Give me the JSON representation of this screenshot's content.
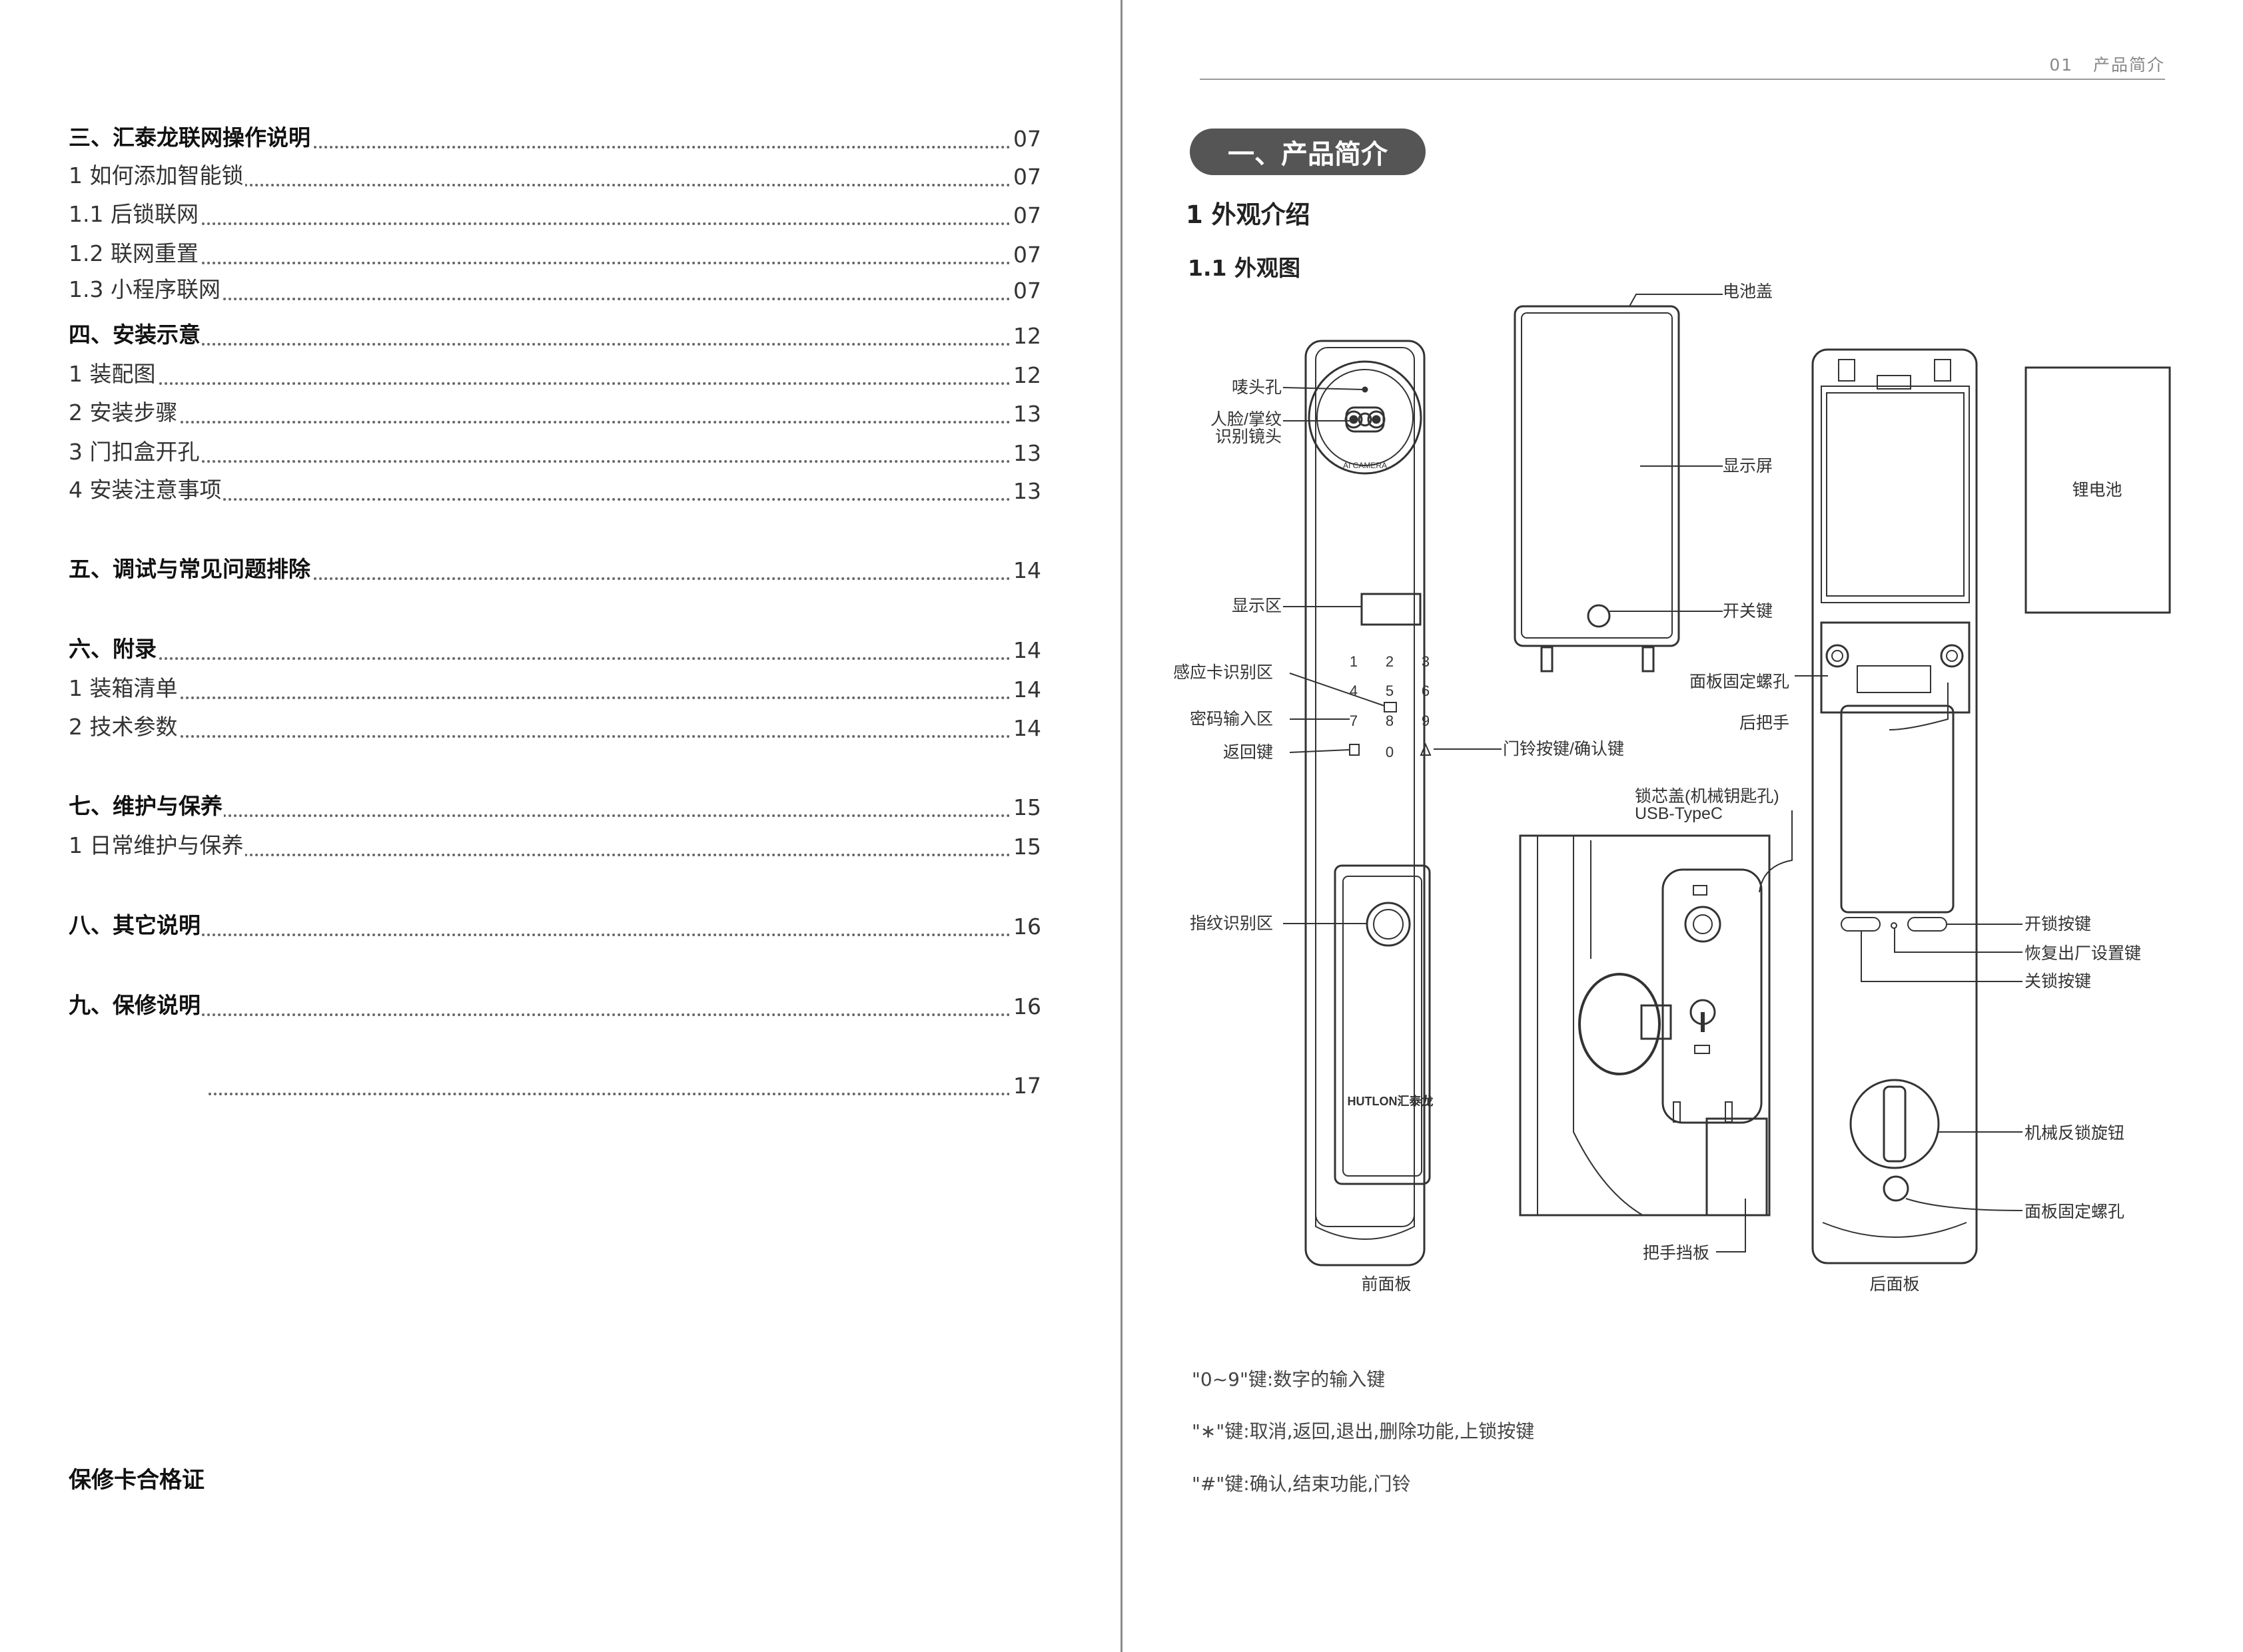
{
  "toc": {
    "entries": [
      {
        "title": "三、汇泰龙联网操作说明",
        "page": "07",
        "bold": true
      },
      {
        "title": "1 如何添加智能锁",
        "page": "07",
        "bold": false
      },
      {
        "title": "1.1  后锁联网",
        "page": "07",
        "bold": false
      },
      {
        "title": "1.2  联网重置",
        "page": "07",
        "bold": false
      },
      {
        "title": "1.3  小程序联网",
        "page": "07",
        "bold": false
      },
      {
        "title": "四、安装示意",
        "page": "12",
        "bold": true
      },
      {
        "title": "1  装配图",
        "page": "12",
        "bold": false
      },
      {
        "title": "2  安装步骤",
        "page": "13",
        "bold": false
      },
      {
        "title": "3 门扣盒开孔",
        "page": "13",
        "bold": false
      },
      {
        "title": "4  安装注意事项",
        "page": "13",
        "bold": false
      },
      {
        "title": "五、调试与常见问题排除",
        "page": "14",
        "bold": true
      },
      {
        "title": "六、附录",
        "page": "14",
        "bold": true
      },
      {
        "title": "1 装箱清单",
        "page": "14",
        "bold": false
      },
      {
        "title": "2 技术参数",
        "page": "14",
        "bold": false
      },
      {
        "title": "七、维护与保养",
        "page": "15",
        "bold": true
      },
      {
        "title": "1  日常维护与保养",
        "page": "15",
        "bold": false
      },
      {
        "title": "八、其它说明",
        "page": "16",
        "bold": true
      },
      {
        "title": "九、保修说明",
        "page": "16",
        "bold": true
      },
      {
        "title": "",
        "page": "17",
        "bold": false
      }
    ],
    "warranty_title": "保修卡合格证"
  },
  "header": {
    "page_number": "01",
    "section_name": "产品简介"
  },
  "content": {
    "section_title": "一、产品简介",
    "heading_1": "1 外观介绍",
    "heading_1_1": "1.1 外观图"
  },
  "diagram": {
    "labels": {
      "battery_cover": "电池盖",
      "mic_hole": "唛头孔",
      "camera_1": "人脸/掌纹",
      "camera_2": "识别镜头",
      "display_area": "显示区",
      "card_area": "感应卡识别区",
      "keypad": "密码输入区",
      "back_key": "返回键",
      "doorbell_key": "门铃按键/确认键",
      "fingerprint": "指纹识别区",
      "screen": "显示屏",
      "switch_key": "开关键",
      "panel_screw_top": "面板固定螺孔",
      "rear_handle": "后把手",
      "lithium_battery": "锂电池",
      "lock_cover_1": "锁芯盖(机械钥匙孔)",
      "lock_cover_2": "USB-TypeC",
      "handle_plate": "把手挡板",
      "unlock_button": "开锁按键",
      "reset_key": "恢复出厂设置键",
      "lock_button": "关锁按键",
      "mech_knob": "机械反锁旋钮",
      "panel_screw_bottom": "面板固定螺孔",
      "front_panel": "前面板",
      "rear_panel": "后面板",
      "brand": "HUTLON汇泰龙",
      "camera_text": "AI CAMERA",
      "keys": [
        "1",
        "2",
        "3",
        "4",
        "5",
        "6",
        "7",
        "8",
        "9",
        "0"
      ]
    }
  },
  "notes": [
    "\"0~9\"键:数字的输入键",
    "\"∗\"键:取消,返回,退出,删除功能,上锁按键",
    "\"#\"键:确认,结束功能,门铃"
  ]
}
